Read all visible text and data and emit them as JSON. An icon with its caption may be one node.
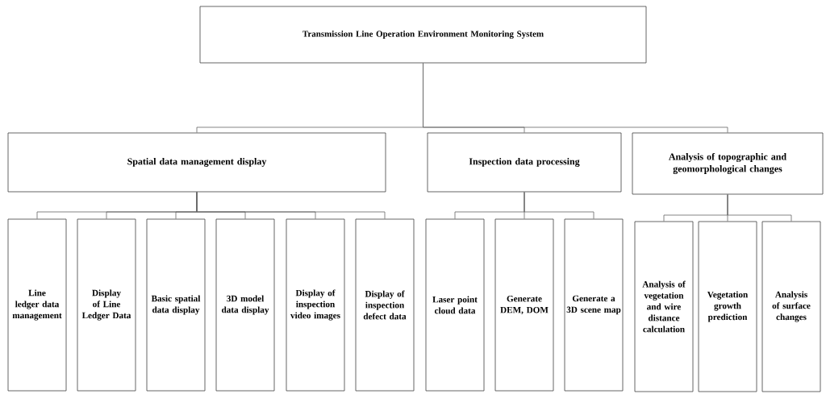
{
  "diagram": {
    "nodes": [
      {
        "text": [
          "Transmission Line Operation Environment Monitoring System"
        ]
      },
      {
        "text": [
          "Spatial data management display"
        ]
      },
      {
        "text": [
          "Inspection data processing"
        ]
      },
      {
        "text": [
          "Analysis of topographic and geomorphological changes"
        ]
      },
      {
        "text": [
          "Line ledger data management"
        ]
      },
      {
        "text": [
          "Display of Line Ledger Data"
        ]
      },
      {
        "text": [
          "Basic spatial data display"
        ]
      },
      {
        "text": [
          "3D model data display"
        ]
      },
      {
        "text": [
          "Display of inspection video images"
        ]
      },
      {
        "text": [
          "Display of inspection defect data"
        ]
      },
      {
        "text": [
          "Laser point cloud data"
        ]
      },
      {
        "text": [
          "Generate DEM, DOM"
        ]
      },
      {
        "text": [
          "Generate a 3D scene map"
        ]
      },
      {
        "text": [
          "Analysis of vegetation and wire distance calculation"
        ]
      },
      {
        "text": [
          "Vegetation growth prediction"
        ]
      },
      {
        "text": [
          "Analysis of surface changes"
        ]
      }
    ],
    "edges": [
      {
        "from": 0,
        "to": 1,
        "arrow": "none"
      },
      {
        "from": 0,
        "to": 2,
        "arrow": "none"
      },
      {
        "from": 0,
        "to": 3,
        "arrow": "none"
      },
      {
        "from": 1,
        "to": 4,
        "arrow": "none"
      },
      {
        "from": 1,
        "to": 5,
        "arrow": "none"
      },
      {
        "from": 1,
        "to": 6,
        "arrow": "none"
      },
      {
        "from": 1,
        "to": 7,
        "arrow": "none"
      },
      {
        "from": 1,
        "to": 8,
        "arrow": "none"
      },
      {
        "from": 1,
        "to": 9,
        "arrow": "none"
      },
      {
        "from": 2,
        "to": 10,
        "arrow": "none"
      },
      {
        "from": 2,
        "to": 11,
        "arrow": "none"
      },
      {
        "from": 2,
        "to": 12,
        "arrow": "none"
      },
      {
        "from": 3,
        "to": 13,
        "arrow": "none"
      },
      {
        "from": 3,
        "to": 14,
        "arrow": "none"
      },
      {
        "from": 3,
        "to": 15,
        "arrow": "none"
      }
    ]
  }
}
